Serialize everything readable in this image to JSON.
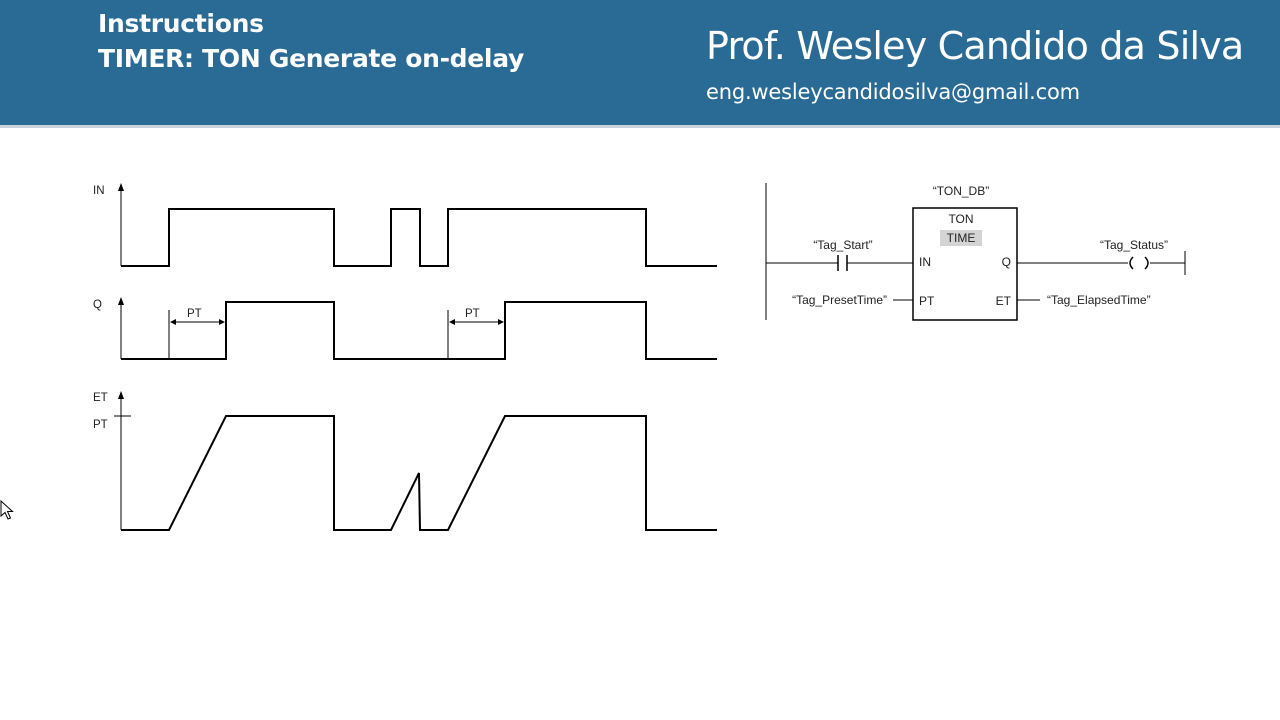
{
  "header": {
    "title_line1": "Instructions",
    "title_line2": "TIMER: TON Generate on-delay",
    "author": "Prof. Wesley Candido da Silva",
    "email": "eng.wesleycandidosilva@gmail.com",
    "background_color": "#2a6b96"
  },
  "timing_diagram": {
    "signals": [
      {
        "name": "IN"
      },
      {
        "name": "Q"
      },
      {
        "name": "ET"
      }
    ],
    "et_level_label": "PT",
    "pt_interval_label": "PT"
  },
  "ladder": {
    "instance_db": "“TON_DB”",
    "block_type": "TON",
    "data_type": "TIME",
    "contact_tag": "“Tag_Start”",
    "coil_tag": "“Tag_Status”",
    "pt_tag": "“Tag_PresetTime”",
    "et_tag": "“Tag_ElapsedTime”",
    "pins": {
      "in": "IN",
      "pt": "PT",
      "q": "Q",
      "et": "ET"
    }
  },
  "cursor_icon": "mouse-pointer-icon"
}
